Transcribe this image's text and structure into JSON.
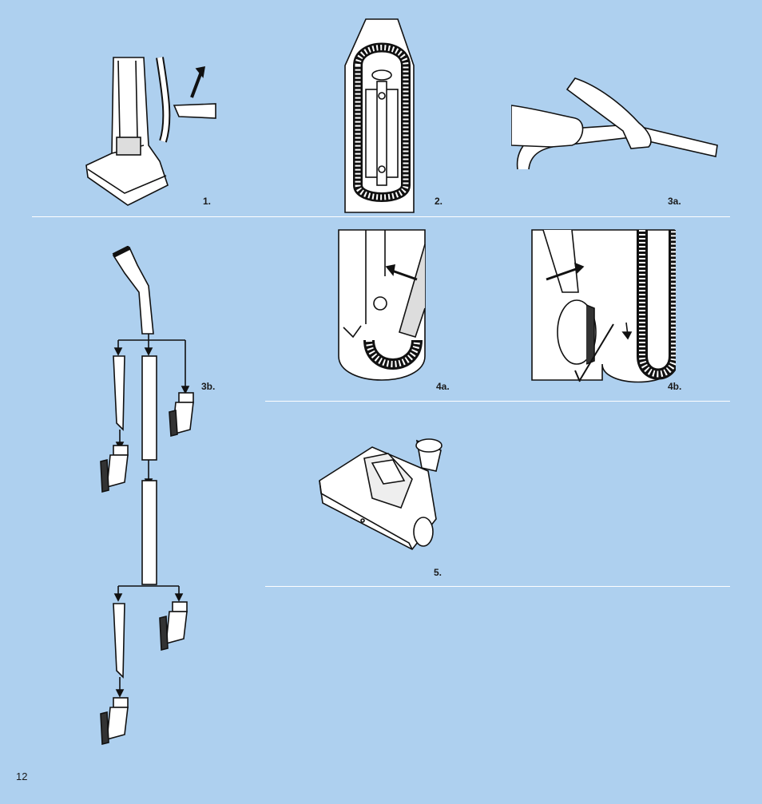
{
  "page_number": "12",
  "figures": [
    {
      "id": "fig-1",
      "label": "1."
    },
    {
      "id": "fig-2",
      "label": "2."
    },
    {
      "id": "fig-3a",
      "label": "3a."
    },
    {
      "id": "fig-3b",
      "label": "3b."
    },
    {
      "id": "fig-4a",
      "label": "4a."
    },
    {
      "id": "fig-4b",
      "label": "4b."
    },
    {
      "id": "fig-5",
      "label": "5."
    }
  ]
}
